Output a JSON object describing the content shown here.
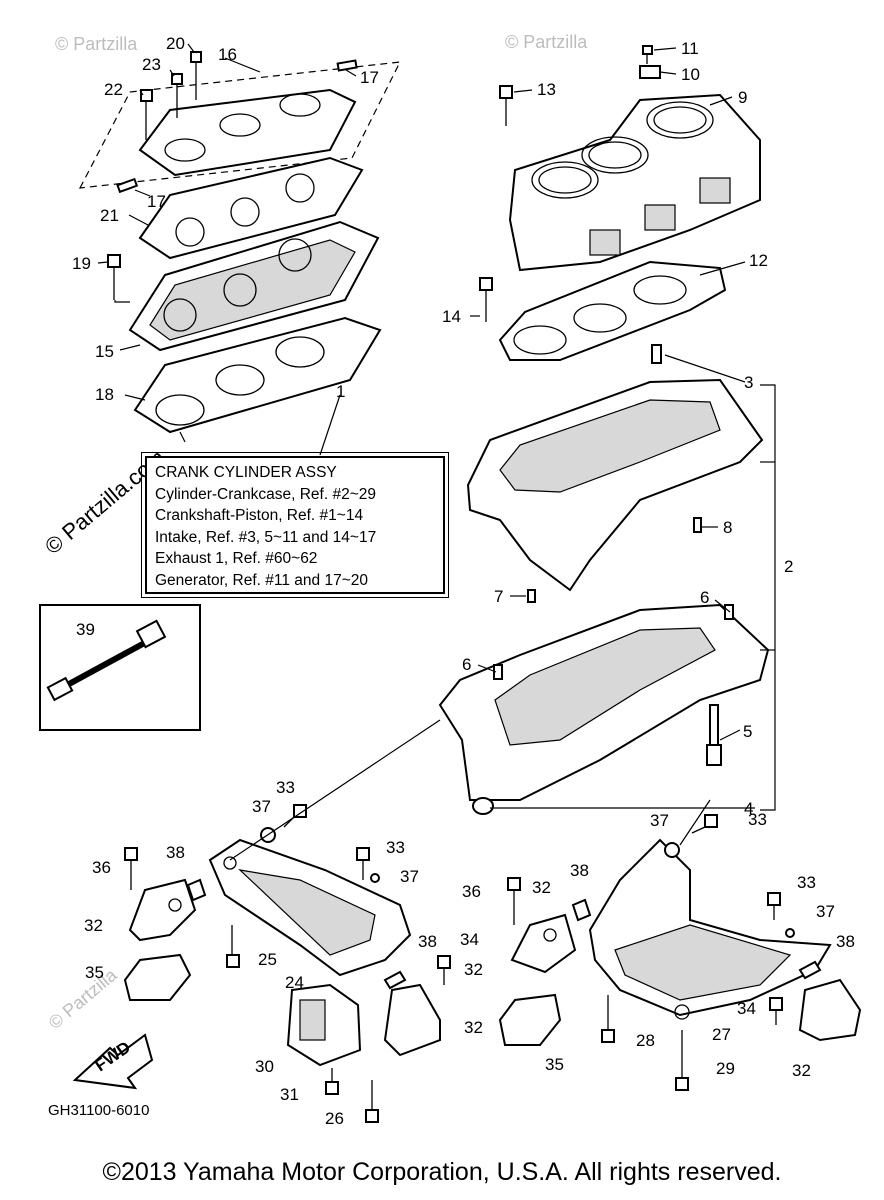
{
  "assembly": {
    "title": "CRANK CYLINDER ASSY",
    "items": [
      "Cylinder-Crankcase, Ref. #2~29",
      "Crankshaft-Piston, Ref. #1~14",
      "Intake, Ref. #3, 5~11 and 14~17",
      "Exhaust 1, Ref. #60~62",
      "Generator, Ref. #11 and 17~20"
    ]
  },
  "callouts": {
    "c1": "1",
    "c2": "2",
    "c3": "3",
    "c4": "4",
    "c5": "5",
    "c6a": "6",
    "c6b": "6",
    "c7": "7",
    "c8": "8",
    "c9": "9",
    "c10": "10",
    "c11": "11",
    "c12": "12",
    "c13": "13",
    "c14": "14",
    "c15": "15",
    "c16": "16",
    "c17a": "17",
    "c17b": "17",
    "c18": "18",
    "c19": "19",
    "c20": "20",
    "c21": "21",
    "c22": "22",
    "c23": "23",
    "c24": "24",
    "c25": "25",
    "c26": "26",
    "c27": "27",
    "c28": "28",
    "c29": "29",
    "c30": "30",
    "c31": "31",
    "c32a": "32",
    "c32b": "32",
    "c32c": "32",
    "c32d": "32",
    "c32e": "32",
    "c33a": "33",
    "c33b": "33",
    "c33c": "33",
    "c33d": "33",
    "c34a": "34",
    "c34b": "34",
    "c35a": "35",
    "c35b": "35",
    "c36a": "36",
    "c36b": "36",
    "c37a": "37",
    "c37b": "37",
    "c37c": "37",
    "c37d": "37",
    "c38a": "38",
    "c38b": "38",
    "c38c": "38",
    "c38d": "38",
    "c39": "39"
  },
  "fwd_label": "FWD",
  "diagram_code": "GH31100-6010",
  "watermark_side": "© Partzilla.com",
  "watermark_small": "© Partzilla",
  "copyright": "©2013 Yamaha Motor Corporation, U.S.A. All rights reserved."
}
